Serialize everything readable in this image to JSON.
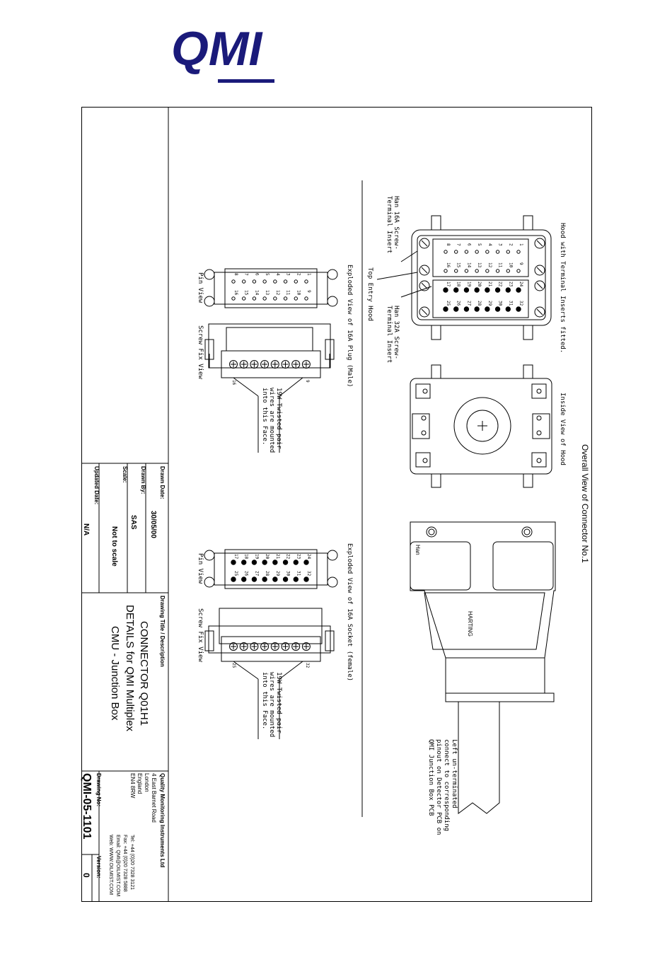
{
  "logo": {
    "text": "QMI"
  },
  "title_block": {
    "drawn_date_label": "Drawn Date:",
    "drawn_date_value": "30/05/00",
    "drawn_by_label": "Drawn By:",
    "drawn_by_value": "SAS",
    "scale_label": "Scale:",
    "scale_value": "Not to scale",
    "updated_date_label": "Updated Date:",
    "updated_date_value": "N/A",
    "drawing_title_label": "Drawing Title / Description",
    "title_line1": "CONNECTOR Q01H1",
    "title_line2": "DETAILS for QMI Multiplex",
    "title_line3": "CMU - Junction Box",
    "company_name": "Quality Monitoring Instruments Ltd",
    "address_line1": "4 East Barnet Road",
    "address_line2": "London",
    "address_line3": "England",
    "address_line4": "EN4 8RW",
    "tel": "Tel: +44 (0)20 7328 3121",
    "fax": "Fax: +44 (0)20 7328 5888",
    "email": "Email: QMI@OILMIST.COM",
    "web": "Web: WWW.OILMIST.COM",
    "drawing_no_label": "Drawing No:",
    "drawing_no_value": "QMI-05-1101",
    "version_label": "Version:",
    "version_value": "0"
  },
  "drawing": {
    "overall_title": "Overall View of Connector No.1",
    "hood_fitted": "Hood with Terminal Inserts fitted.",
    "han16_line1": "Han 16A Screw-",
    "han16_line2": "Terminal Insert",
    "top_entry": "Top Entry Hood",
    "han32_line1": "Han 32A Screw-",
    "han32_line2": "Terminal Insert",
    "inside_view": "Inside View of Hood",
    "plug_title": "Exploded View of 16A Plug (Male)",
    "socket_title": "Exploded View of 16A Socket (female)",
    "pin_view": "Pin View",
    "screw_fix_view": "Screw Fix View",
    "wires_line1": "19W Twisted pair",
    "wires_line2": "wires are mounted",
    "wires_line3": "into this Face.",
    "han_label": "Han",
    "harting_label": "HARTING",
    "note_line1": "Left un-terminated",
    "note_line2": "connect to corresponding",
    "note_line3": "pinout on Detector PCB on",
    "note_line4": "QMI Junction Box PCB",
    "plug_pin_end_a": "16",
    "plug_pin_end_b": "9",
    "socket_pin_end_a": "25",
    "socket_pin_end_b": "32",
    "pins_left_col": [
      "1",
      "2",
      "3",
      "4",
      "5",
      "6",
      "7",
      "8"
    ],
    "pins_right_col": [
      "9",
      "10",
      "11",
      "12",
      "13",
      "14",
      "15",
      "16"
    ],
    "pins32_left_col": [
      "24",
      "23",
      "22",
      "21",
      "20",
      "19",
      "18",
      "17"
    ],
    "pins32_right_col": [
      "32",
      "31",
      "30",
      "29",
      "28",
      "27",
      "26",
      "25"
    ]
  }
}
